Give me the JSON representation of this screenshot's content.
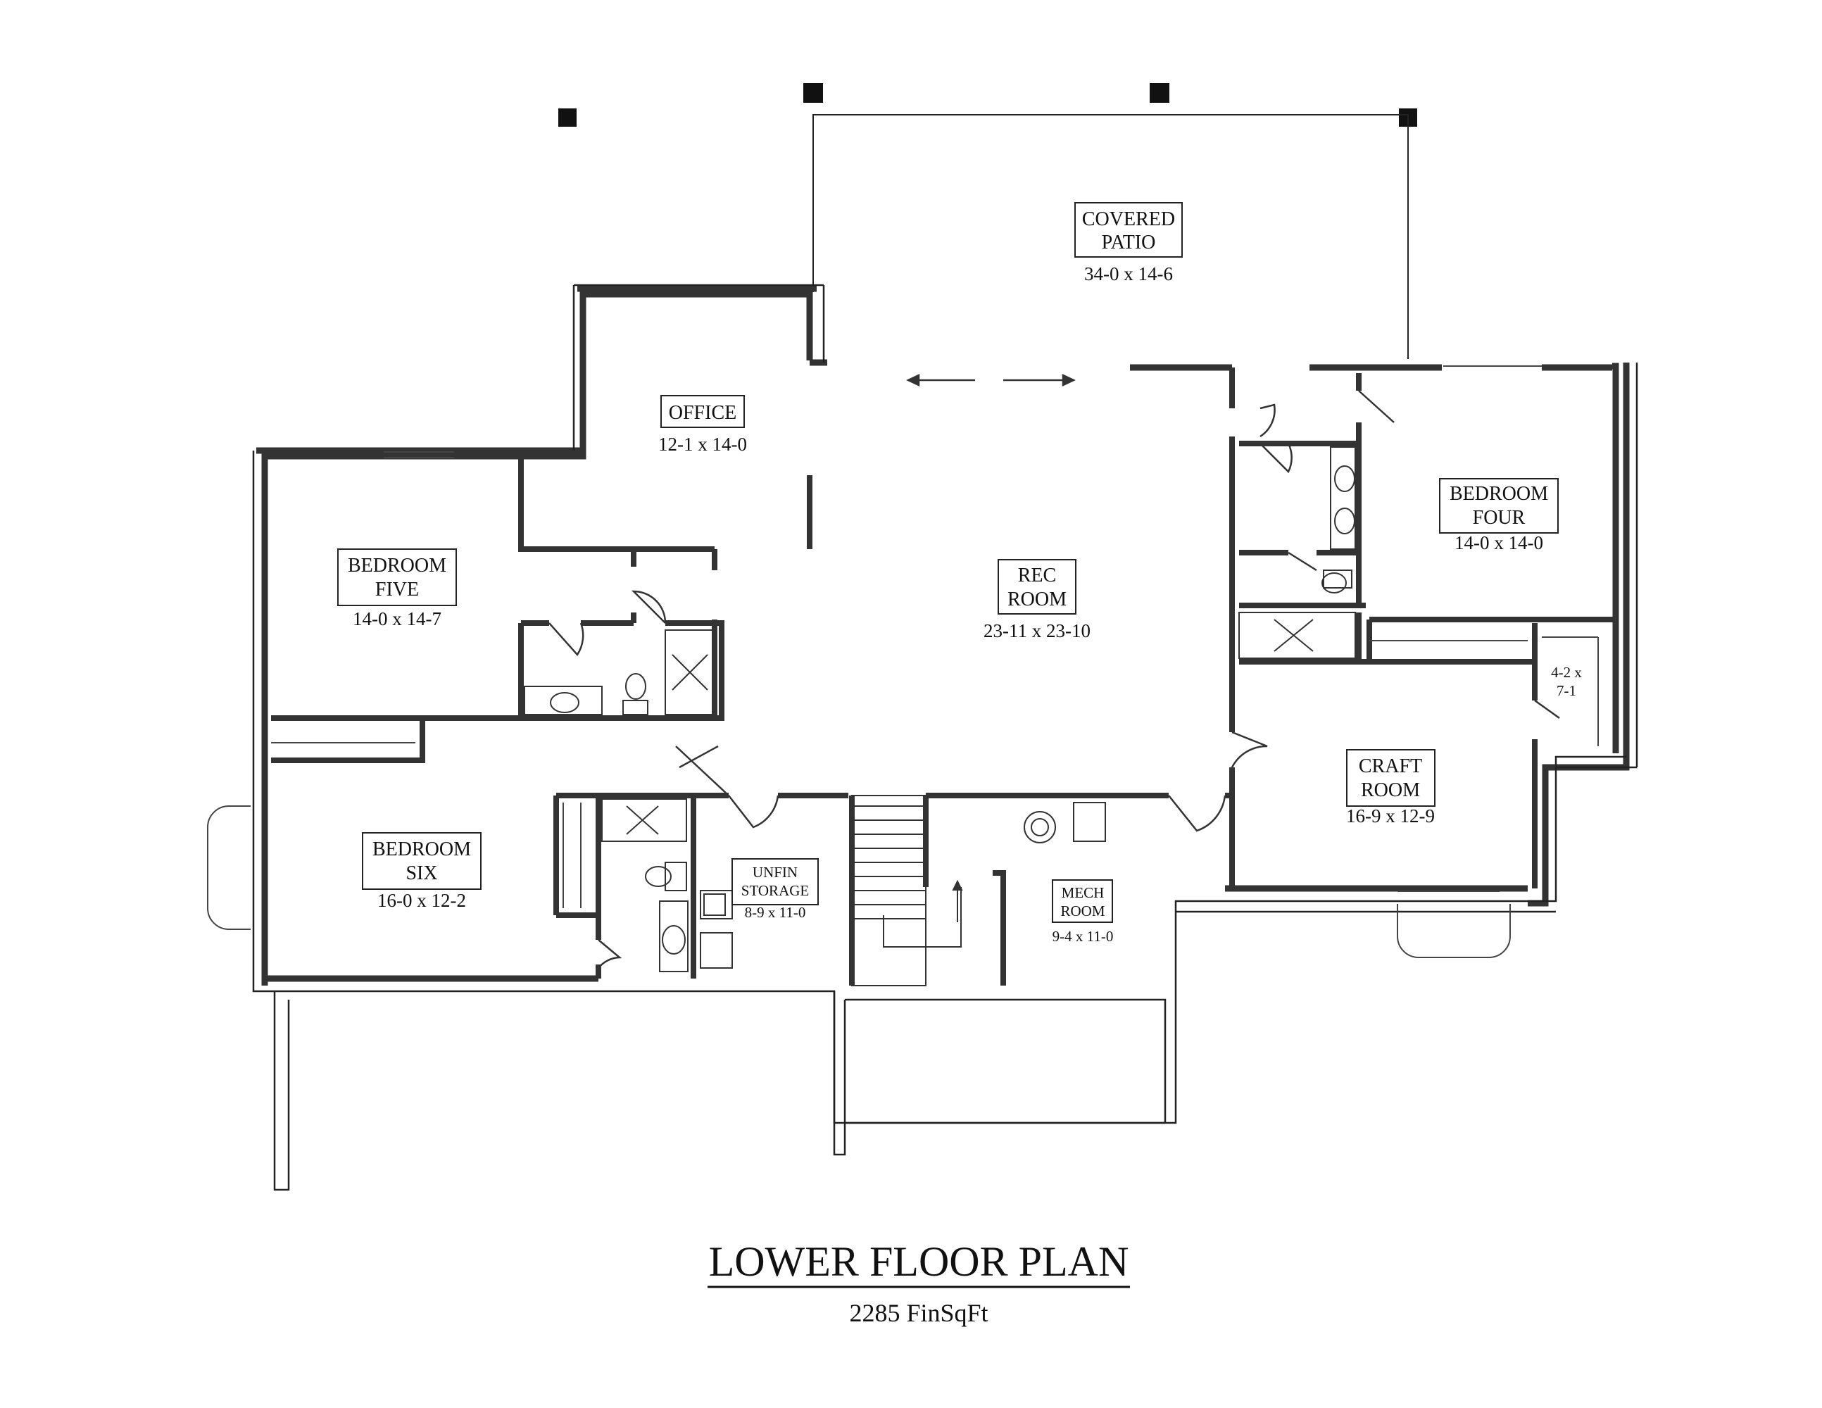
{
  "title": "LOWER FLOOR PLAN",
  "subtitle": "2285 FinSqFt",
  "rooms": {
    "covered_patio": {
      "name1": "COVERED",
      "name2": "PATIO",
      "dims": "34-0 x 14-6"
    },
    "office": {
      "name1": "OFFICE",
      "dims": "12-1 x 14-0"
    },
    "bedroom_five": {
      "name1": "BEDROOM",
      "name2": "FIVE",
      "dims": "14-0 x 14-7"
    },
    "rec_room": {
      "name1": "REC",
      "name2": "ROOM",
      "dims": "23-11 x 23-10"
    },
    "bedroom_four": {
      "name1": "BEDROOM",
      "name2": "FOUR",
      "dims": "14-0 x 14-0"
    },
    "closet": {
      "dims1": "4-2 x",
      "dims2": "7-1"
    },
    "craft_room": {
      "name1": "CRAFT",
      "name2": "ROOM",
      "dims": "16-9 x 12-9"
    },
    "bedroom_six": {
      "name1": "BEDROOM",
      "name2": "SIX",
      "dims": "16-0 x 12-2"
    },
    "unfin_storage": {
      "name1": "UNFIN",
      "name2": "STORAGE",
      "dims": "8-9 x 11-0"
    },
    "mech_room": {
      "name1": "MECH",
      "name2": "ROOM",
      "dims": "9-4 x 11-0"
    }
  }
}
